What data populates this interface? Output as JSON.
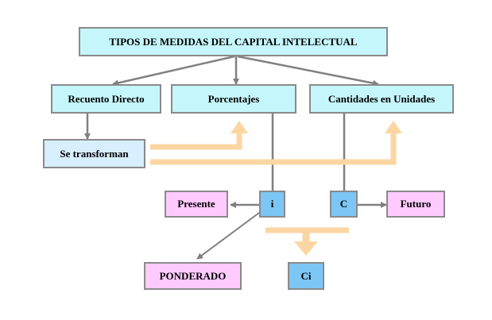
{
  "nodes": {
    "title": "TIPOS DE MEDIDAS DEL CAPITAL INTELECTUAL",
    "recuento": "Recuento Directo",
    "porcentajes": "Porcentajes",
    "cantidades": "Cantidades en Unidades",
    "transforman": "Se transforman",
    "presente": "Presente",
    "i": "i",
    "c": "C",
    "futuro": "Futuro",
    "ponderado": "PONDERADO",
    "ci": "Ci"
  },
  "colors": {
    "cyan_fill": "#c5f6fb",
    "light_blue_fill": "#d7efff",
    "blue_fill": "#7cc6f5",
    "pink_fill": "#ffcbff",
    "border": "#8a8a8a",
    "connector": "#808080",
    "accent_arrow": "#fcd6a2"
  }
}
